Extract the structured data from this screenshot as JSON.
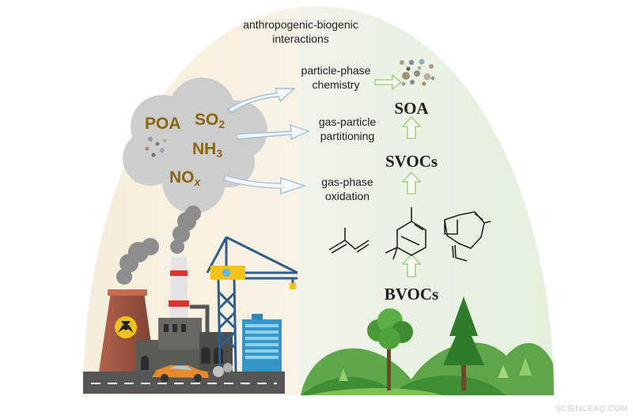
{
  "labels": {
    "top": "anthropogenic-biogenic\ninteractions",
    "particle_phase": "particle-phase\nchemistry",
    "gas_particle": "gas-particle\npartitioning",
    "gas_phase": "gas-phase\noxidation"
  },
  "pollutants": {
    "poa": "POA",
    "so2_main": "SO",
    "so2_sub": "2",
    "nh3_main": "NH",
    "nh3_sub": "3",
    "nox_main": "NO",
    "nox_sub": "x"
  },
  "chemistry": {
    "soa": "SOA",
    "svocs": "SVOCs",
    "bvocs": "BVOCs"
  },
  "watermark": "SCIENCEAQ.COM",
  "colors": {
    "left_bg": "#f7ecd9",
    "right_bg": "#e8f1e2",
    "cloud": "#cfcfcf",
    "pollutant_text": "#8a6512",
    "green_arrow": "#a9d38c",
    "ground_dark": "#4a9c3a",
    "ground_light": "#7dbd4e",
    "road": "#545454",
    "crane": "#2f5e8c",
    "car": "#e88a2c"
  }
}
